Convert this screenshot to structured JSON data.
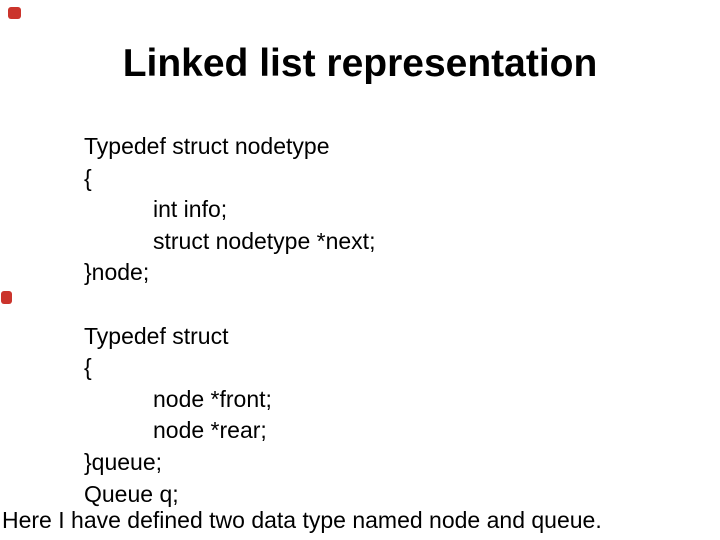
{
  "slide": {
    "title": "Linked list representation",
    "accent_red": "#cb342c",
    "background": "#ffffff",
    "text_color": "#000000",
    "code_block_1": {
      "lines": [
        {
          "text": "Typedef struct nodetype",
          "indent": 0
        },
        {
          "text": "{",
          "indent": 0
        },
        {
          "text": "int info;",
          "indent": 1
        },
        {
          "text": "struct nodetype *next;",
          "indent": 1
        },
        {
          "text": "}node;",
          "indent": 0
        }
      ]
    },
    "code_block_2": {
      "lines": [
        {
          "text": "Typedef struct",
          "indent": 0
        },
        {
          "text": "{",
          "indent": 0
        },
        {
          "text": "node *front;",
          "indent": 1
        },
        {
          "text": "node *rear;",
          "indent": 1
        },
        {
          "text": "}queue;",
          "indent": 0
        },
        {
          "text": "Queue q;",
          "indent": 0
        }
      ]
    },
    "footer_note": "Here I have defined two data type named node and queue."
  }
}
